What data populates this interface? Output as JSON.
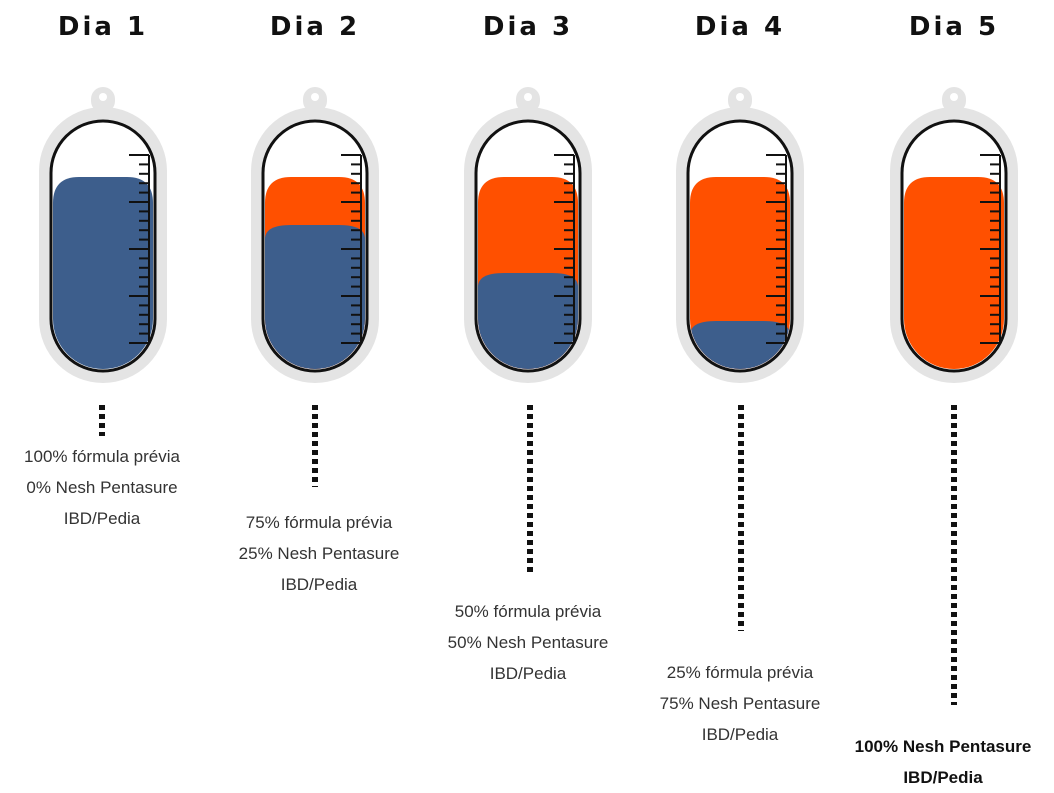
{
  "colors": {
    "previous_formula": "#3d5e8c",
    "nesh_pentasure": "#ff5000",
    "bag_outer": "#e4e4e4",
    "bag_inner": "#ffffff",
    "outline": "#111111"
  },
  "days": [
    {
      "title": "Dia 1",
      "previous_pct": 100,
      "nesh_pct": 0,
      "caption": [
        "100% fórmula prévia",
        "0% Nesh Pentasure",
        "IBD/Pedia"
      ]
    },
    {
      "title": "Dia 2",
      "previous_pct": 75,
      "nesh_pct": 25,
      "caption": [
        "75% fórmula prévia",
        "25% Nesh Pentasure",
        "IBD/Pedia"
      ]
    },
    {
      "title": "Dia 3",
      "previous_pct": 50,
      "nesh_pct": 50,
      "caption": [
        "50% fórmula prévia",
        "50% Nesh Pentasure",
        "IBD/Pedia"
      ]
    },
    {
      "title": "Dia 4",
      "previous_pct": 25,
      "nesh_pct": 75,
      "caption": [
        "25% fórmula prévia",
        "75% Nesh Pentasure",
        "IBD/Pedia"
      ]
    },
    {
      "title": "Dia 5",
      "previous_pct": 0,
      "nesh_pct": 100,
      "caption": [
        "100% Nesh Pentasure",
        "IBD/Pedia"
      ]
    }
  ]
}
